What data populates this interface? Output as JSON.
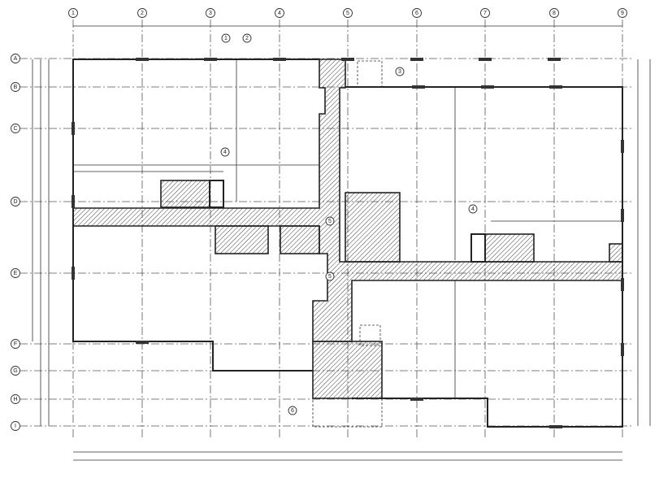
{
  "plan": {
    "grid_columns": [
      "1",
      "2",
      "3",
      "4",
      "5",
      "6",
      "7",
      "8",
      "9"
    ],
    "grid_rows": [
      "A",
      "B",
      "C",
      "D",
      "E",
      "F",
      "G",
      "H",
      "I"
    ],
    "callouts": [
      "1",
      "2",
      "4",
      "3",
      "4",
      "5",
      "5",
      "6"
    ],
    "colors": {
      "line": "#222222",
      "hatch": "#444444",
      "background": "#ffffff"
    }
  }
}
